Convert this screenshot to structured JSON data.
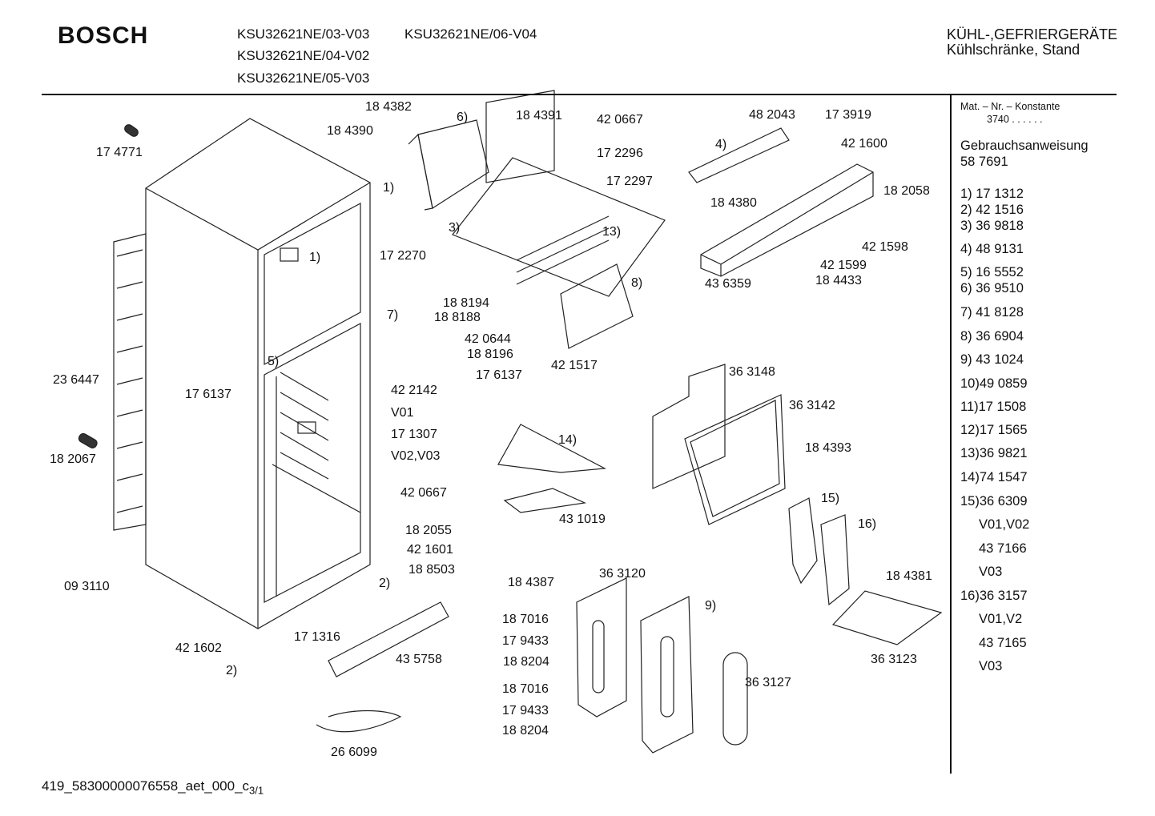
{
  "header": {
    "brand": "BOSCH",
    "models": [
      "KSU32621NE/03-V03",
      "KSU32621NE/06-V04",
      "KSU32621NE/04-V02",
      "KSU32621NE/05-V03"
    ],
    "category_line1": "KÜHL-,GEFRIERGERÄTE",
    "category_line2": "Kühlschränke, Stand"
  },
  "sidebar": {
    "mat_label": "Mat. – Nr. – Konstante",
    "mat_value": "3740 . . . . . .",
    "manual_label": "Gebrauchsanweisung",
    "manual_number": "58 7691",
    "items": [
      "1) 17 1312",
      "2) 42 1516",
      "3) 36 9818",
      "4) 48 9131",
      "5) 16 5552",
      "6) 36 9510",
      "7) 41 8128",
      "8) 36 6904",
      "9) 43 1024",
      "10)49 0859",
      "11)17 1508",
      "12)17 1565",
      "13)36 9821",
      "14)74 1547",
      "15)36 6309",
      "V01,V02",
      "43 7166",
      "V03",
      "16)36 3157",
      "V01,V2",
      "43 7165",
      "V03"
    ]
  },
  "labels": [
    "17 4771",
    "18 4382",
    "18 4390",
    "6)",
    "18 4391",
    "42 0667",
    "17 2296",
    "17 2297",
    "48 2043",
    "17 3919",
    "4)",
    "42 1600",
    "18 4380",
    "18 2058",
    "1)",
    "17 2270",
    "3)",
    "13)",
    "1)",
    "42 1598",
    "42 1599",
    "18 4433",
    "43 6359",
    "8)",
    "7)",
    "18 8194",
    "18 8188",
    "42 0644",
    "18 8196",
    "17 6137",
    "42 1517",
    "36 3148",
    "23 6447",
    "5)",
    "17 6137",
    "42 2142",
    "V01",
    "17 1307",
    "V02,V03",
    "36 3142",
    "14)",
    "18 2067",
    "18 4393",
    "42 0667",
    "43 1019",
    "15)",
    "16)",
    "18 2055",
    "42 1601",
    "18 8503",
    "09 3110",
    "2)",
    "18 4387",
    "36 3120",
    "18 4381",
    "18 7016",
    "9)",
    "17 9433",
    "36 3123",
    "17 1316",
    "42 1602",
    "43 5758",
    "18 8204",
    "2)",
    "18 7016",
    "36 3127",
    "17 9433",
    "18 8204",
    "26 6099"
  ],
  "footer": {
    "code": "419_58300000076558_aet_000_c",
    "page": "3/1"
  }
}
